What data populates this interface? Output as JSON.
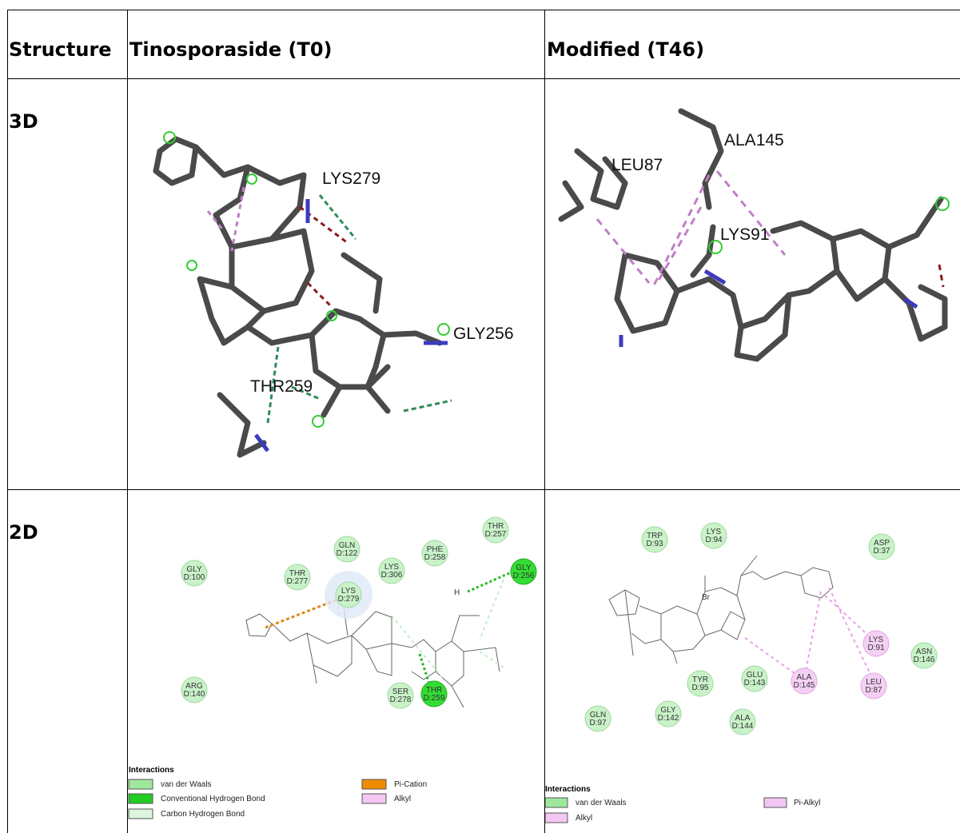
{
  "headers": {
    "structure": "Structure",
    "t0": "Tinosporaside (T0)",
    "t46": "Modified (T46)"
  },
  "rows": {
    "r3d": "3D",
    "r2d": "2D"
  },
  "t0_3d_labels": [
    "LYS279",
    "GLY256",
    "THR259"
  ],
  "t46_3d_labels": [
    "LEU87",
    "ALA145",
    "LYS91"
  ],
  "t0_2d": {
    "residues": [
      {
        "name": "GLY",
        "id": "D:100",
        "kind": "vdw"
      },
      {
        "name": "THR",
        "id": "D:277",
        "kind": "vdw"
      },
      {
        "name": "GLN",
        "id": "D:122",
        "kind": "vdw"
      },
      {
        "name": "LYS",
        "id": "D:306",
        "kind": "vdw"
      },
      {
        "name": "PHE",
        "id": "D:258",
        "kind": "vdw"
      },
      {
        "name": "THR",
        "id": "D:257",
        "kind": "vdw"
      },
      {
        "name": "GLY",
        "id": "D:256",
        "kind": "hbond"
      },
      {
        "name": "LYS",
        "id": "D:279",
        "kind": "vdw"
      },
      {
        "name": "ARG",
        "id": "D:140",
        "kind": "vdw"
      },
      {
        "name": "SER",
        "id": "D:278",
        "kind": "vdw"
      },
      {
        "name": "THR",
        "id": "D:259",
        "kind": "hbond"
      }
    ],
    "atom_h": "H",
    "legend_title": "Interactions",
    "legend": [
      {
        "label": "van der Waals",
        "color": "#9ee89e"
      },
      {
        "label": "Conventional Hydrogen Bond",
        "color": "#22cc22"
      },
      {
        "label": "Carbon Hydrogen Bond",
        "color": "#dcf5dc"
      },
      {
        "label": "Pi-Cation",
        "color": "#f08c00"
      },
      {
        "label": "Alkyl",
        "color": "#f3c6f3"
      }
    ]
  },
  "t46_2d": {
    "residues": [
      {
        "name": "TRP",
        "id": "D:93",
        "kind": "vdw"
      },
      {
        "name": "LYS",
        "id": "D:94",
        "kind": "vdw"
      },
      {
        "name": "ASP",
        "id": "D:37",
        "kind": "vdw"
      },
      {
        "name": "LYS",
        "id": "D:91",
        "kind": "alkyl"
      },
      {
        "name": "ASN",
        "id": "D:146",
        "kind": "vdw"
      },
      {
        "name": "LEU",
        "id": "D:87",
        "kind": "alkyl"
      },
      {
        "name": "ALA",
        "id": "D:145",
        "kind": "alkyl"
      },
      {
        "name": "GLU",
        "id": "D:143",
        "kind": "vdw"
      },
      {
        "name": "TYR",
        "id": "D:95",
        "kind": "vdw"
      },
      {
        "name": "GLY",
        "id": "D:142",
        "kind": "vdw"
      },
      {
        "name": "ALA",
        "id": "D:144",
        "kind": "vdw"
      },
      {
        "name": "GLN",
        "id": "D:97",
        "kind": "vdw"
      }
    ],
    "atom_br": "Br",
    "legend_title": "Interactions",
    "legend": [
      {
        "label": "van der Waals",
        "color": "#9ee89e"
      },
      {
        "label": "Alkyl",
        "color": "#f3c6f3"
      },
      {
        "label": "Pi-Alkyl",
        "color": "#f3c6f3"
      }
    ]
  }
}
